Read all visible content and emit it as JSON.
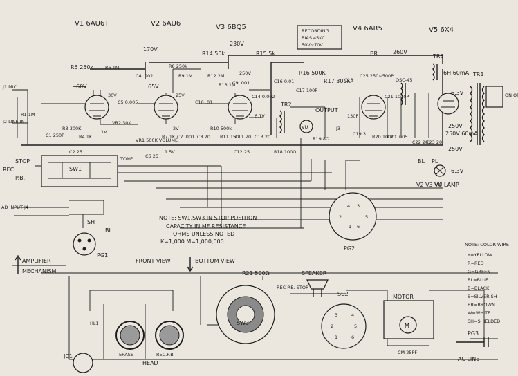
{
  "tubes": {
    "v1": "V1 6AU6T",
    "v2": "V2 6AU6",
    "v3": "V3 6BQ5",
    "v4": "V4 6AR5",
    "v5": "V5 6X4"
  },
  "voltages": {
    "v170": "170V",
    "v230": "230V",
    "v260": "260V",
    "v60": "60V",
    "v65": "65V",
    "v30": "30V",
    "v1": "1V",
    "v25": "25V",
    "v2": "2V",
    "v15": "1.5V",
    "v250a": "250V",
    "v61": "6.1V",
    "v250b": "250V",
    "v250c": "250V",
    "v63a": "6.3V",
    "v63b": "6.3V"
  },
  "recording_box": [
    "RECORDING",
    "BIAS 45KC",
    "50V~70V"
  ],
  "labels": {
    "r5": "R5 250k",
    "r6": "R6 1M",
    "c4": "C4 .002",
    "c5": "C5 0.005",
    "r8": "R8 250k",
    "r9": "R9 1M",
    "r14": "R14 50k",
    "r15": "R15 5k",
    "r12": "R12 2M",
    "r13": "R13 1M",
    "c9": "C9 .001",
    "c10": "C10 .01",
    "r16": "R16 500K",
    "c16": "C16 0.01",
    "c17": "C17 100P",
    "r17": "R17 300K",
    "c18": "C18",
    "c25": "C25 250~500P",
    "osc": "OSC-45",
    "c21": "C21 1000P",
    "c130": "130P",
    "br": "BR",
    "tr3": "TR3",
    "henry": "6H 60mA",
    "tr1": "TR1",
    "on_off": "ON OFF",
    "j1": "J1 MIC",
    "j2": "J2 LINE IN",
    "r1": "R1 1M",
    "c1": "C1 250P",
    "r3": "R3 300K",
    "r4": "R4 1K",
    "vr2": "VR2 30K",
    "vr1": "VR1 500K VOLUME",
    "r7": "R7 1K",
    "c7": "C7 .001",
    "c8": "C8 20",
    "r10": "R10 500k",
    "r11": "R11 150",
    "c11": "C11 20",
    "c14": "C14 0.002",
    "c12": "C12 25",
    "c13": "C13 20",
    "tr2": "TR2",
    "output": "OUTPUT",
    "vu": "VU",
    "r19": "R19 8Ω",
    "j3": "J3",
    "r18": "R18 100Ω",
    "c19": "C19 3",
    "r20": "R20 100k",
    "c20": "C20 .005",
    "c22": "C22 20",
    "c23": "C23 20",
    "ma": "250V 60mA",
    "c2": "C2 25",
    "c6": "C6 25",
    "tone": "TONE",
    "rec": "REC",
    "stop": "STOP",
    "pb": "P.B.",
    "sw1": "SW1",
    "sh": "SH",
    "pl": "PL",
    "vu_lamp": "VU LAMP",
    "heaters": "V2 V3 V4",
    "bl": "BL",
    "pg2": "PG2",
    "pg1": "PG1",
    "aux_in": "AD INPUT J4",
    "note_title": "NOTE: SW1,SW3 IN STOP POSITION",
    "note_l2": "CAPACITY IN MF RESISTANCE",
    "note_l3": "OHMS UNLESS NOTED",
    "note_l4": "K=1,000   M=1,000,000",
    "amplifier": "AMPLIFIER",
    "mechanism": "MECHANISM",
    "front_view": "FRONT VIEW",
    "bottom_view": "BOTTOM VIEW",
    "r21": "R21 500Ω",
    "rec_pb_stop": "REC P.B. STOP",
    "speaker": "SPEAKER",
    "sw3": "SW3",
    "sc2": "SC2",
    "motor": "MOTOR",
    "cm": "CM 25PF",
    "pg3": "PG3",
    "ac_line": "AC LINE",
    "erase": "ERASE",
    "recpb": "REC.P.B.",
    "head": "HEAD",
    "hl": "HL1",
    "jc1": "JC1"
  },
  "color_note": {
    "title": "NOTE: COLOR WIRE",
    "items": [
      "Y=YELLOW",
      "R=RED",
      "G=GREEN",
      "BL=BLUE",
      "B=BLACK",
      "S=SILVER SH",
      "BR=BROWN",
      "W=WHITE",
      "SH=SHIELDED"
    ]
  },
  "pg2_pins": [
    "1",
    "2",
    "3",
    "4",
    "5",
    "6"
  ],
  "sc2_pins": [
    "1",
    "2",
    "3",
    "4",
    "5",
    "6"
  ]
}
